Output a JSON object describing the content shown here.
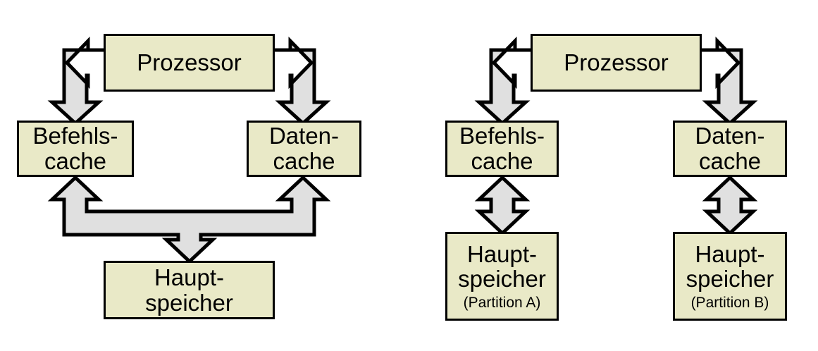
{
  "figure": {
    "type": "block-diagram",
    "description": "Two memory architecture block diagrams: Harvard-style split cache with shared main memory (left) and split cache with partitioned main memory (right)",
    "colors": {
      "box_fill": "#e9e9c7",
      "box_border": "#000000",
      "arrow_fill": "#e0e0e0",
      "arrow_border": "#000000",
      "background": "#ffffff",
      "text": "#000000"
    }
  },
  "diagrams": [
    {
      "id": "left",
      "name": "shared-main-memory",
      "nodes": [
        {
          "id": "processor",
          "label": "Prozessor",
          "sub": ""
        },
        {
          "id": "icache",
          "label": "Befehls-\ncache",
          "sub": ""
        },
        {
          "id": "dcache",
          "label": "Daten-\ncache",
          "sub": ""
        },
        {
          "id": "mainmem",
          "label": "Haupt-\nspeicher",
          "sub": ""
        }
      ],
      "connections": [
        {
          "from": "icache",
          "to": "processor",
          "style": "elbow-bidirectional"
        },
        {
          "from": "dcache",
          "to": "processor",
          "style": "elbow-bidirectional"
        },
        {
          "from": "mainmem",
          "to": "icache",
          "style": "fork-bidirectional"
        },
        {
          "from": "mainmem",
          "to": "dcache",
          "style": "fork-bidirectional"
        }
      ]
    },
    {
      "id": "right",
      "name": "partitioned-main-memory",
      "nodes": [
        {
          "id": "processor",
          "label": "Prozessor",
          "sub": ""
        },
        {
          "id": "icache",
          "label": "Befehls-\ncache",
          "sub": ""
        },
        {
          "id": "dcache",
          "label": "Daten-\ncache",
          "sub": ""
        },
        {
          "id": "mainmem_a",
          "label": "Haupt-\nspeicher",
          "sub": "(Partition A)"
        },
        {
          "id": "mainmem_b",
          "label": "Haupt-\nspeicher",
          "sub": "(Partition B)"
        }
      ],
      "connections": [
        {
          "from": "icache",
          "to": "processor",
          "style": "elbow-bidirectional"
        },
        {
          "from": "dcache",
          "to": "processor",
          "style": "elbow-bidirectional"
        },
        {
          "from": "mainmem_a",
          "to": "icache",
          "style": "vertical-bidirectional"
        },
        {
          "from": "mainmem_b",
          "to": "dcache",
          "style": "vertical-bidirectional"
        }
      ]
    }
  ]
}
